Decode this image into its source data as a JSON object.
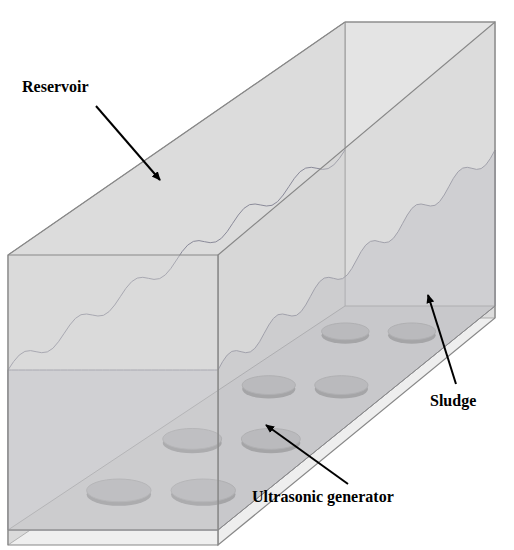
{
  "diagram": {
    "labels": [
      "Reservoir",
      "Sludge",
      "Ultrasonic generator"
    ]
  }
}
